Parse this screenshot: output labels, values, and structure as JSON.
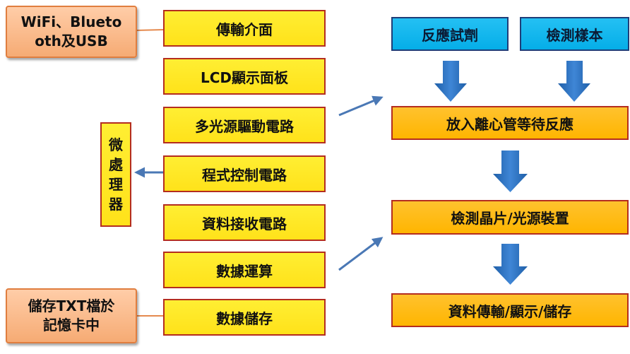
{
  "notes": {
    "wireless_line1": "WiFi、Blueto",
    "wireless_line2": "oth及USB",
    "storage_line1": "儲存TXT檔於",
    "storage_line2": "記憶卡中"
  },
  "modules": [
    "傳輸介面",
    "LCD顯示面板",
    "多光源驅動電路",
    "程式控制電路",
    "資料接收電路",
    "數據運算",
    "數據儲存"
  ],
  "processor": [
    "微",
    "處",
    "理",
    "器"
  ],
  "inputs": {
    "reagent": "反應試劑",
    "sample": "檢測樣本"
  },
  "flow_steps": [
    "放入離心管等待反應",
    "檢測晶片/光源裝置",
    "資料傳輸/顯示/儲存"
  ],
  "colors": {
    "module_fill": "#ffe622",
    "step_fill": "#ffb800",
    "input_fill": "#0bb1ea",
    "note_fill": "#f9b98a",
    "border_red": "#b42d1f",
    "arrow_blue": "#2f6fb5"
  }
}
